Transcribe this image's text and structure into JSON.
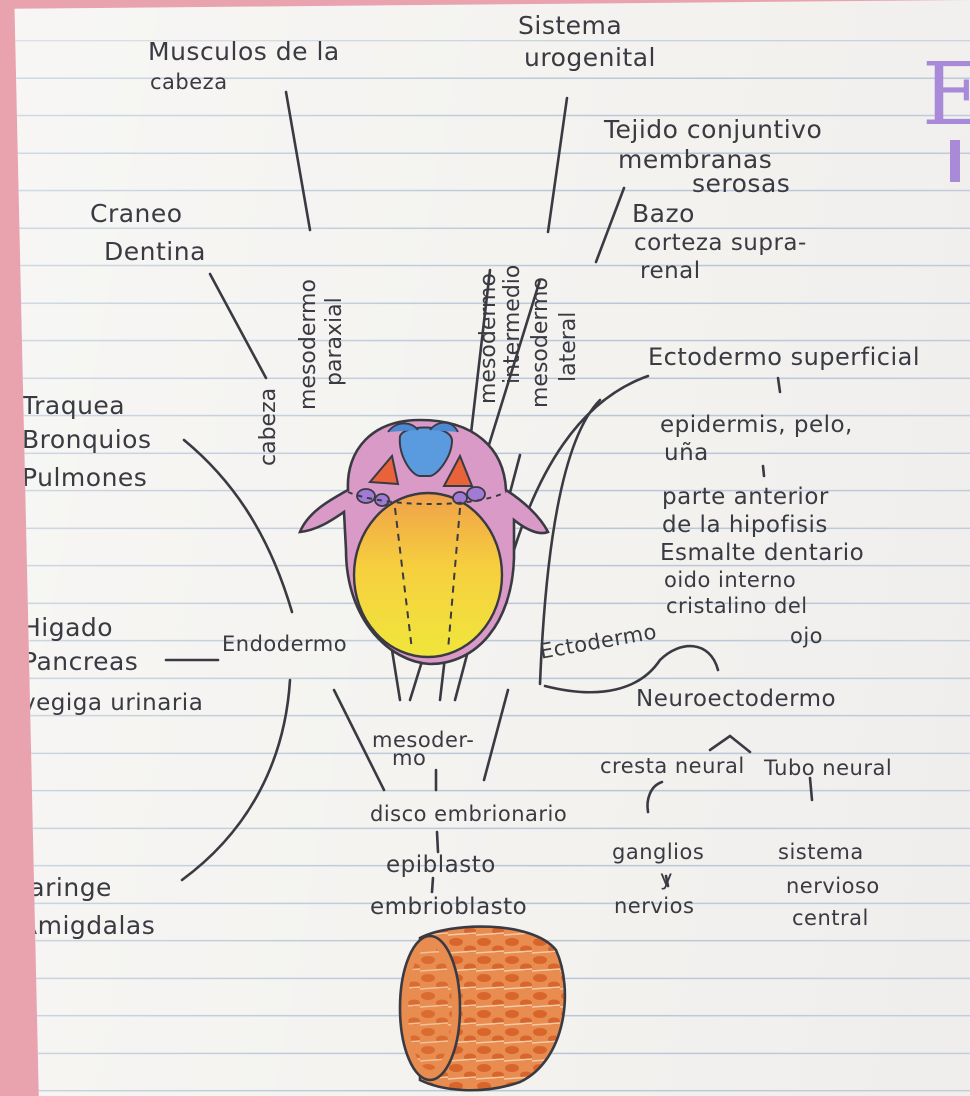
{
  "labels": {
    "musculos": [
      "Musculos de la",
      "cabeza"
    ],
    "sistema_urogenital": [
      "Sistema",
      "urogenital"
    ],
    "tejido_conjuntivo": [
      "Tejido conjuntivo",
      "membranas",
      "serosas"
    ],
    "bazo": [
      "Bazo",
      "corteza supra-",
      "renal"
    ],
    "craneo": [
      "Craneo",
      "Dentina"
    ],
    "traquea": [
      "Traquea",
      "Bronquios",
      "Pulmones"
    ],
    "ectodermo_superficial": "Ectodermo superficial",
    "ectodermo_sup_derivados": [
      "epidermis, pelo,",
      "uña",
      "parte anterior",
      "de la hipofisis",
      "Esmalte dentario",
      "oido interno",
      "cristalino del",
      "ojo"
    ],
    "ectodermo": "Ectodermo",
    "neuroectodermo": "Neuroectodermo",
    "cresta_neural": "cresta neural",
    "tubo_neural": "Tubo neural",
    "ganglios": [
      "ganglios",
      "y",
      "nervios"
    ],
    "snc": [
      "sistema",
      "nervioso",
      "central"
    ],
    "endodermo": "Endodermo",
    "endodermo_derivados": [
      "Higado",
      "Pancreas",
      "vegiga urinaria"
    ],
    "faringe": [
      "faringe",
      "Amigdalas"
    ],
    "mesodermo": [
      "mesoder-",
      "mo"
    ],
    "disco": "disco embrionario",
    "epiblasto": "epiblasto",
    "embrioblasto": "embrioblasto",
    "vertical": {
      "cabeza": "cabeza",
      "mesodermo_paraxial": [
        "mesodermo",
        "paraxial"
      ],
      "mesodermo_intermedio": [
        "mesodermo",
        "intermedio"
      ],
      "mesodermo_lateral": [
        "mesodermo",
        "lateral"
      ]
    },
    "tab_letter": "E"
  },
  "colors": {
    "pink_body": "#d99ac8",
    "yellow_yolk": "#f3e23c",
    "orange": "#f0a04a",
    "blue_neural": "#5a9be0",
    "red_somite": "#e8623a",
    "embryoblast_orange": "#e98c4f",
    "ink": "#3a3a42",
    "tab_purple": "#a88ad8"
  }
}
